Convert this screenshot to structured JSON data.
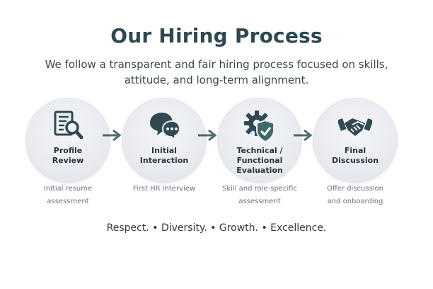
{
  "header": {
    "title": "Our Hiring Process",
    "subtitle_line1": "We follow a transparent and fair hiring process focused on skills,",
    "subtitle_line2": "attitude, and long-term alignment."
  },
  "steps": [
    {
      "icon": "resume-magnifier-icon",
      "label_line1": "Profile",
      "label_line2": "Review",
      "label_line3": "",
      "description_line1": "Initial resume",
      "description_line2": "assessment"
    },
    {
      "icon": "chat-bubbles-icon",
      "label_line1": "Initial",
      "label_line2": "Interaction",
      "label_line3": "",
      "description_line1": "First HR interview",
      "description_line2": ""
    },
    {
      "icon": "gear-shield-check-icon",
      "label_line1": "Technical /",
      "label_line2": "Functional",
      "label_line3": "Evaluation",
      "description_line1": "Skill and role-specific",
      "description_line2": "assessment"
    },
    {
      "icon": "handshake-icon",
      "label_line1": "Final",
      "label_line2": "Discussion",
      "label_line3": "",
      "description_line1": "Offer discussion",
      "description_line2": "and onboarding"
    }
  ],
  "values": {
    "v1": "Respect.",
    "v2": "Diversity.",
    "v3": "Growth.",
    "v4": "Excellence.",
    "separator": "•"
  },
  "colors": {
    "icon": "#2f4a52",
    "arrow": "#4c6a6f",
    "check": "#3b6a6a"
  }
}
